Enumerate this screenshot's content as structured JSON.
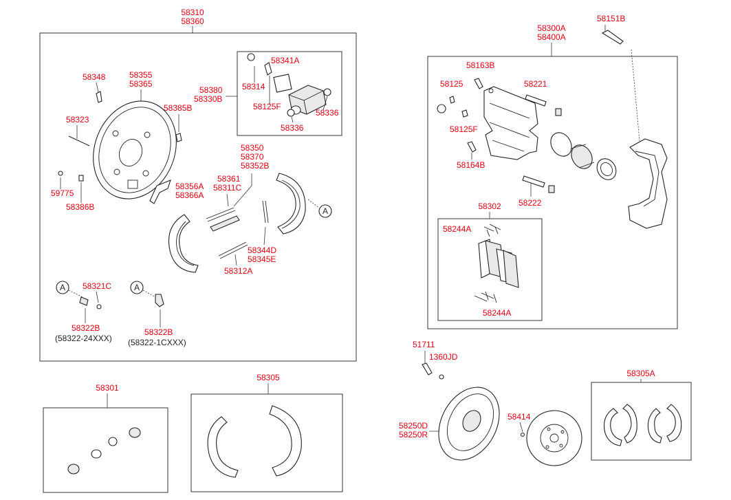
{
  "labels": {
    "p58310": "58310",
    "p58360": "58360",
    "p58348": "58348",
    "p58355": "58355",
    "p58365": "58365",
    "p58380": "58380",
    "p58330B": "58330B",
    "p58341A": "58341A",
    "p58314": "58314",
    "p58125F_a": "58125F",
    "p58336_a": "58336",
    "p58336_b": "58336",
    "p58385B": "58385B",
    "p58323": "58323",
    "p58350": "58350",
    "p58370": "58370",
    "p58352B": "58352B",
    "p58361": "58361",
    "p58311C": "58311C",
    "p58356A": "58356A",
    "p58366A": "58366A",
    "p59775": "59775",
    "p58386B": "58386B",
    "p58344D": "58344D",
    "p58345E": "58345E",
    "p58312A": "58312A",
    "p58321C": "58321C",
    "p58322B_a": "58322B",
    "p58322B_a_sub": "(58322-24XXX)",
    "p58322B_b": "58322B",
    "p58322B_b_sub": "(58322-1CXXX)",
    "callout_a": "A",
    "p58301": "58301",
    "p58305": "58305",
    "p58300A": "58300A",
    "p58400A": "58400A",
    "p58151B": "58151B",
    "p58163B": "58163B",
    "p58125": "58125",
    "p58221": "58221",
    "p58125F_b": "58125F",
    "p58164B": "58164B",
    "p58222": "58222",
    "p58302": "58302",
    "p58244A_a": "58244A",
    "p58244A_b": "58244A",
    "p51711": "51711",
    "p1360JD": "1360JD",
    "p58250D": "58250D",
    "p58250R": "58250R",
    "p58414": "58414",
    "p58305A": "58305A"
  },
  "colors": {
    "part_number": "#e60012",
    "alternate_number": "#222222",
    "line": "#333333"
  }
}
